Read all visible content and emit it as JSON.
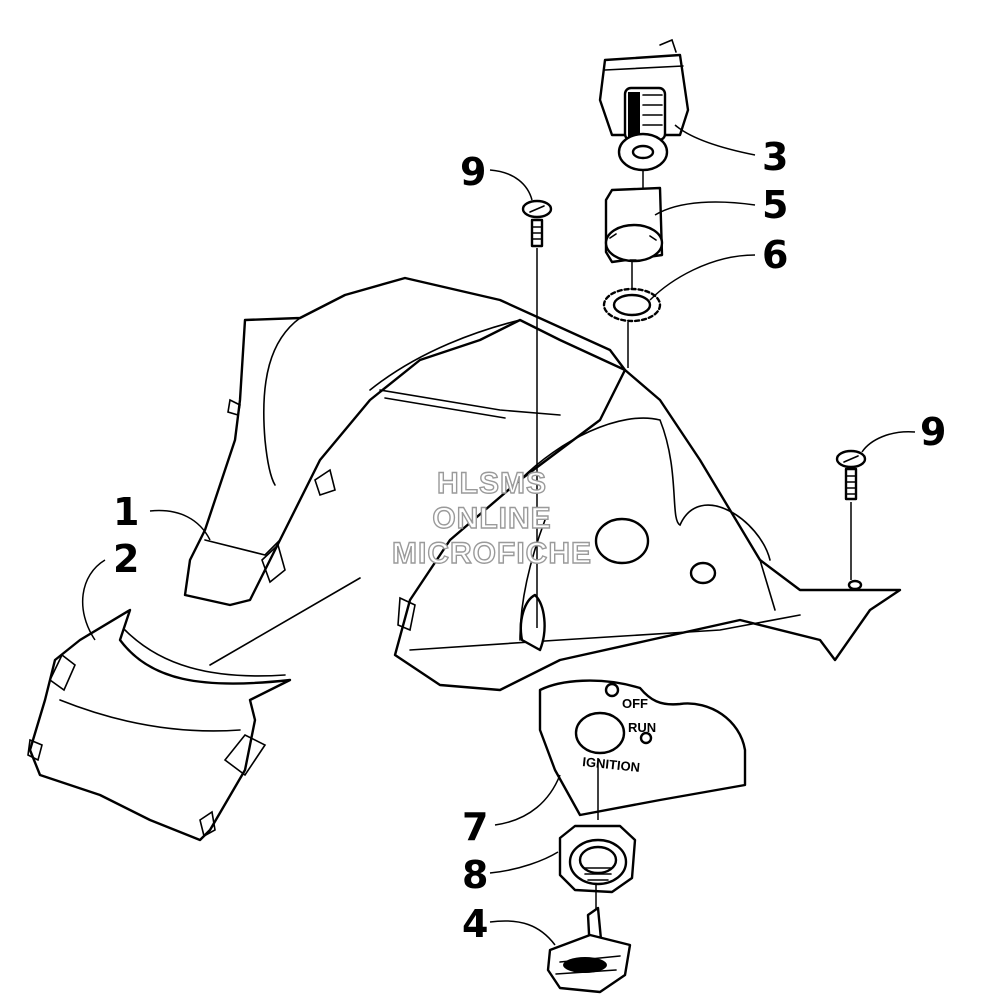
{
  "watermark": {
    "line1": "HLSMS",
    "line2": "ONLINE",
    "line3": "MICROFICHE"
  },
  "callouts": {
    "hood_left": "1",
    "cover_lower_left": "2",
    "ignition_switch": "3",
    "key": "4",
    "ring_upper": "5",
    "ring_lower": "6",
    "ignition_plate": "7",
    "nut": "8",
    "screw_top": "9",
    "screw_right": "9"
  },
  "ignition_plate": {
    "off_label": "OFF",
    "run_label": "RUN",
    "ignition_label": "IGNITION"
  }
}
